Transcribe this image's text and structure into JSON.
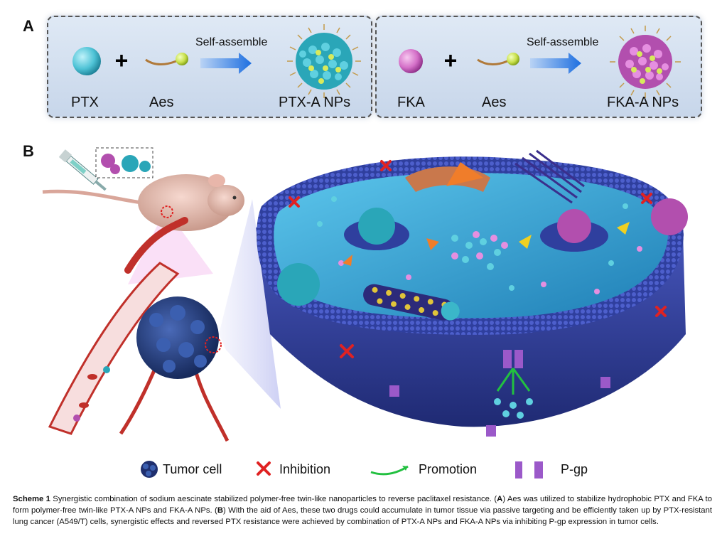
{
  "panel_a": {
    "letter": "A",
    "left": {
      "drug_label": "PTX",
      "plus": "+",
      "carrier_label": "Aes",
      "arrow_label": "Self-assemble",
      "product_label": "PTX-A NPs"
    },
    "right": {
      "drug_label": "FKA",
      "plus": "+",
      "carrier_label": "Aes",
      "arrow_label": "Self-assemble",
      "product_label": "FKA-A NPs"
    }
  },
  "panel_b": {
    "letter": "B"
  },
  "legend": {
    "tumor_cell": "Tumor cell",
    "inhibition": "Inhibition",
    "promotion": "Promotion",
    "pgp": "P-gp"
  },
  "caption": {
    "lead": "Scheme 1",
    "part1": " Synergistic combination of sodium aescinate stabilized polymer-free twin-like nanoparticles to reverse paclitaxel resistance. (",
    "a": "A",
    "part2": ") Aes was utilized to stabilize hydrophobic PTX and FKA to form polymer-free twin-like PTX-A NPs and FKA-A NPs. (",
    "b": "B",
    "part3": ") With the aid of Aes, these two drugs could accumulate in tumor tissue via passive targeting and be efficiently taken up by PTX-resistant lung cancer (A549/T) cells, synergistic effects and reversed PTX resistance were achieved by combination of PTX-A NPs and FKA-A NPs via inhibiting P-gp expression in tumor cells."
  },
  "colors": {
    "ptx": "#4fc3d6",
    "fka": "#d470c8",
    "aes_head": "#c8e04a",
    "arrow_blue": "#1e6fe0",
    "membrane": "#2f3f9e",
    "cytosol": "#3aa9d6",
    "inhibition": "#e02222",
    "promotion": "#22c040",
    "pgp": "#9b59c9",
    "vessel": "#c0302a"
  }
}
